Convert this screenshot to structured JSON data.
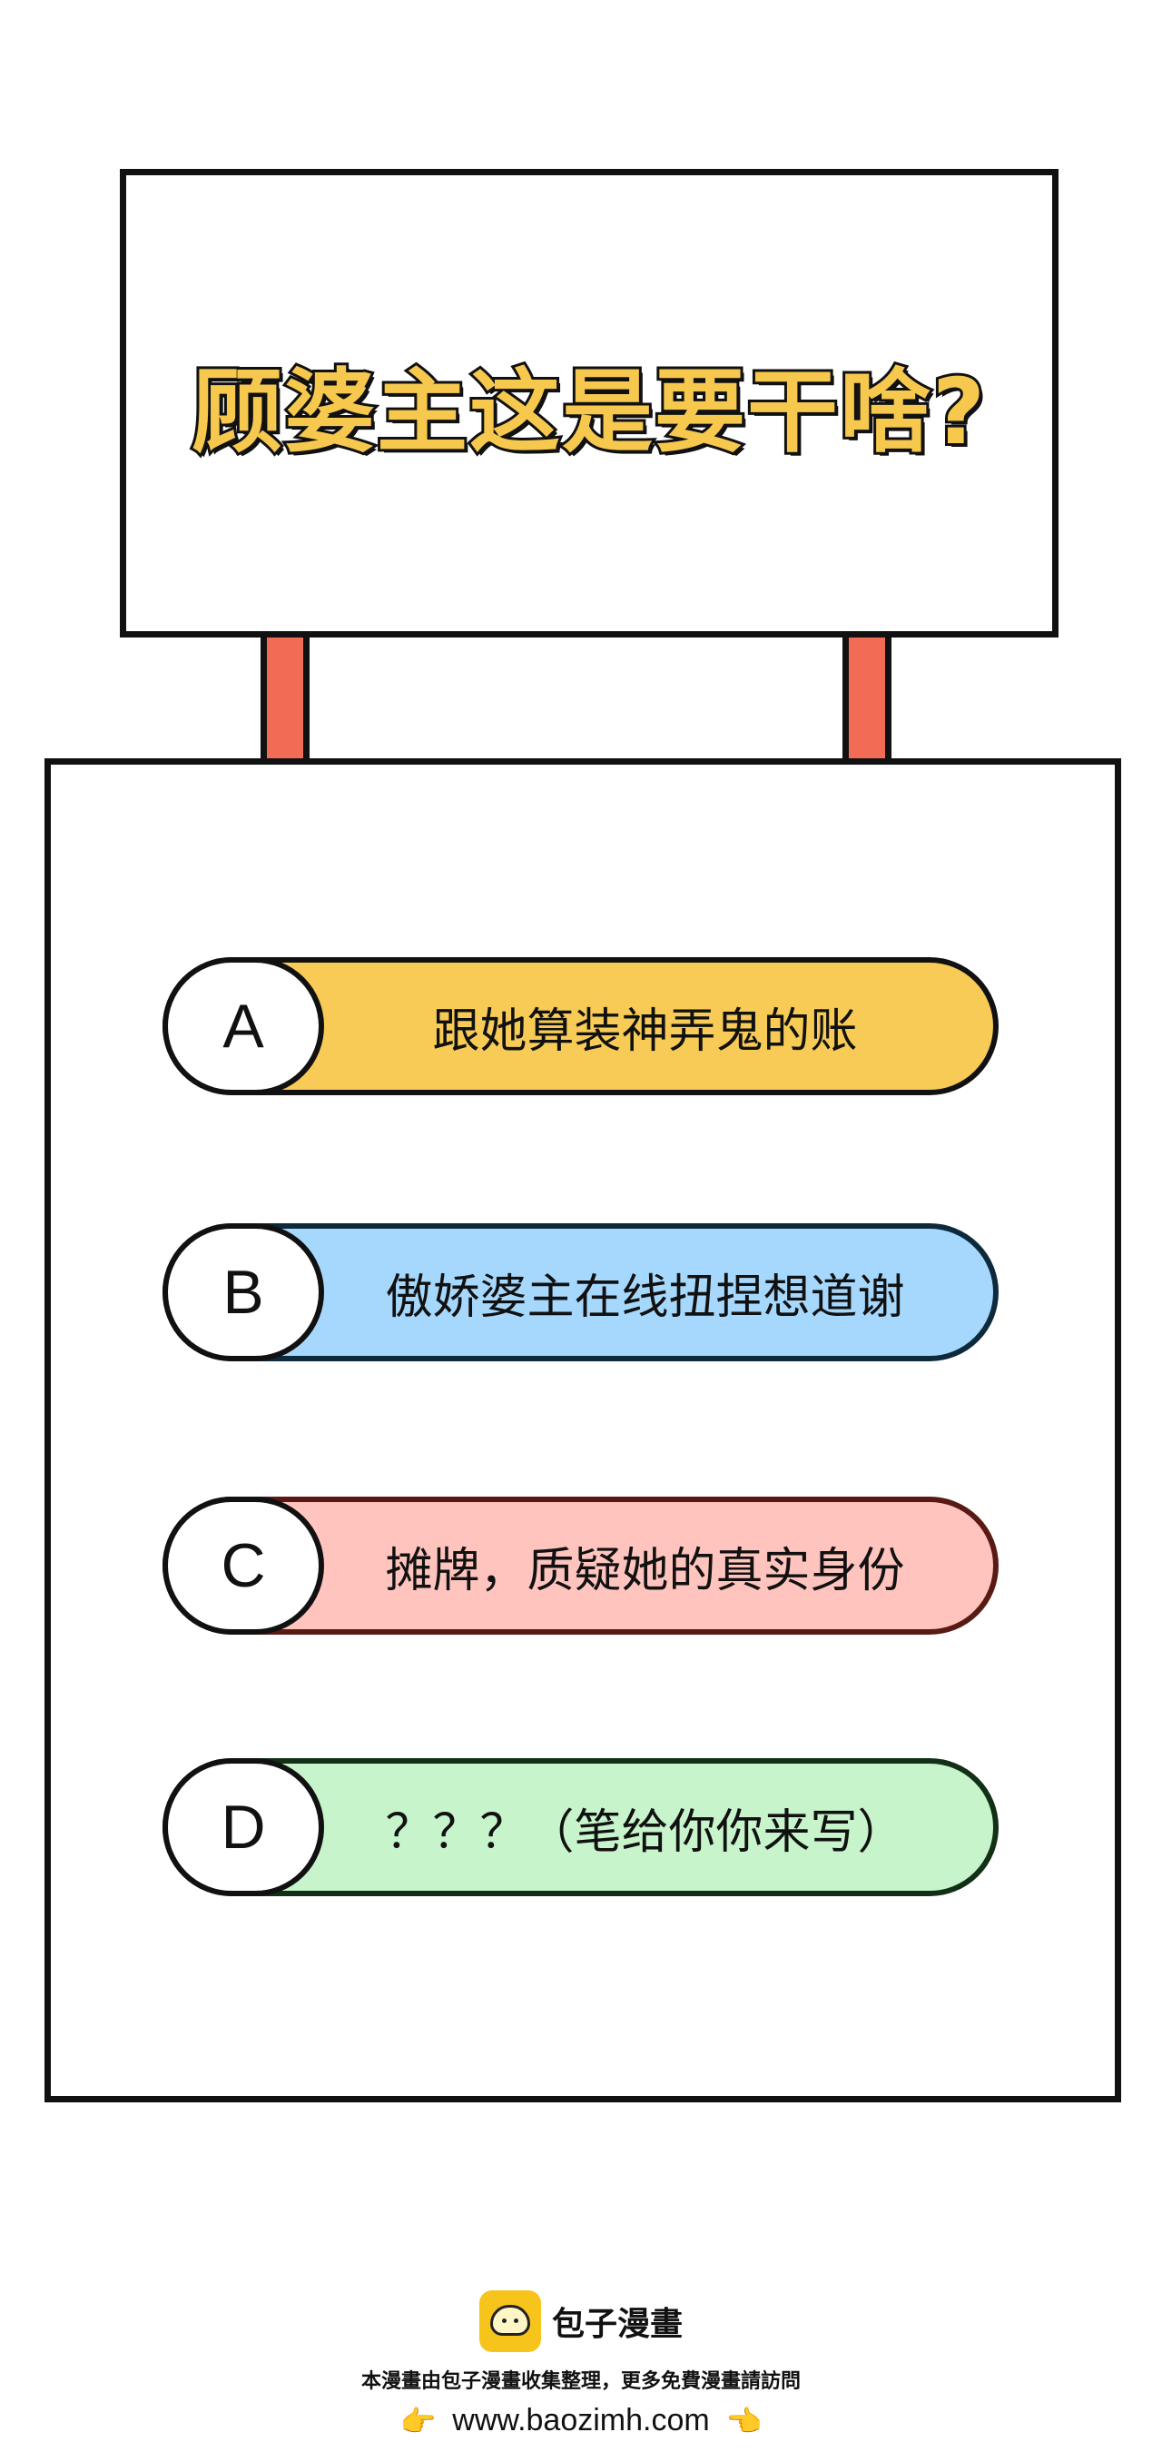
{
  "sign": {
    "title": "顾婆主这是要干啥?"
  },
  "options": [
    {
      "letter": "A",
      "text": "跟她算装神弄鬼的账",
      "color": "#f7cb55"
    },
    {
      "letter": "B",
      "text": "傲娇婆主在线扭捏想道谢",
      "color": "#a6d8fd"
    },
    {
      "letter": "C",
      "text": "摊牌，质疑她的真实身份",
      "color": "#ffc4be"
    },
    {
      "letter": "D",
      "text": "？？？（笔给你你来写）",
      "color": "#c7f4cb"
    }
  ],
  "footer": {
    "logo_text": "包子漫畫",
    "note": "本漫畫由包子漫畫收集整理，更多免費漫畫請訪問",
    "url": "www.baozimh.com",
    "left_hand": "👉",
    "right_hand": "👈"
  },
  "colors": {
    "title_fill": "#f7c84e",
    "post": "#f26b55",
    "logo_bg": "#f7c41b"
  }
}
